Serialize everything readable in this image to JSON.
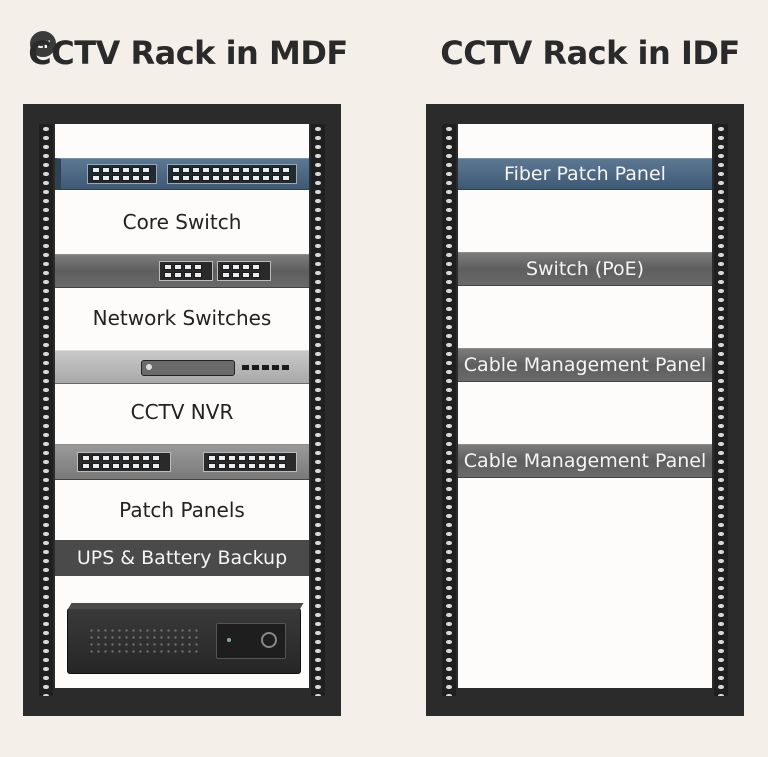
{
  "badge": "cr",
  "titles": {
    "mdf": "CCTV Rack in MDF",
    "idf": "CCTV Rack in IDF"
  },
  "mdf": {
    "labels": {
      "core_switch": "Core Switch",
      "network_switches": "Network Switches",
      "cctv_nvr": "CCTV NVR",
      "patch_panels": "Patch Panels",
      "ups": "UPS & Battery Backup"
    }
  },
  "idf": {
    "units": [
      "Fiber Patch Panel",
      "Switch (PoE)",
      "Cable Management Panel",
      "Cable Management Panel"
    ]
  },
  "colors": {
    "accent_blue": "#4a6783",
    "rack": "#2b2b2b",
    "background": "#f5efea"
  }
}
